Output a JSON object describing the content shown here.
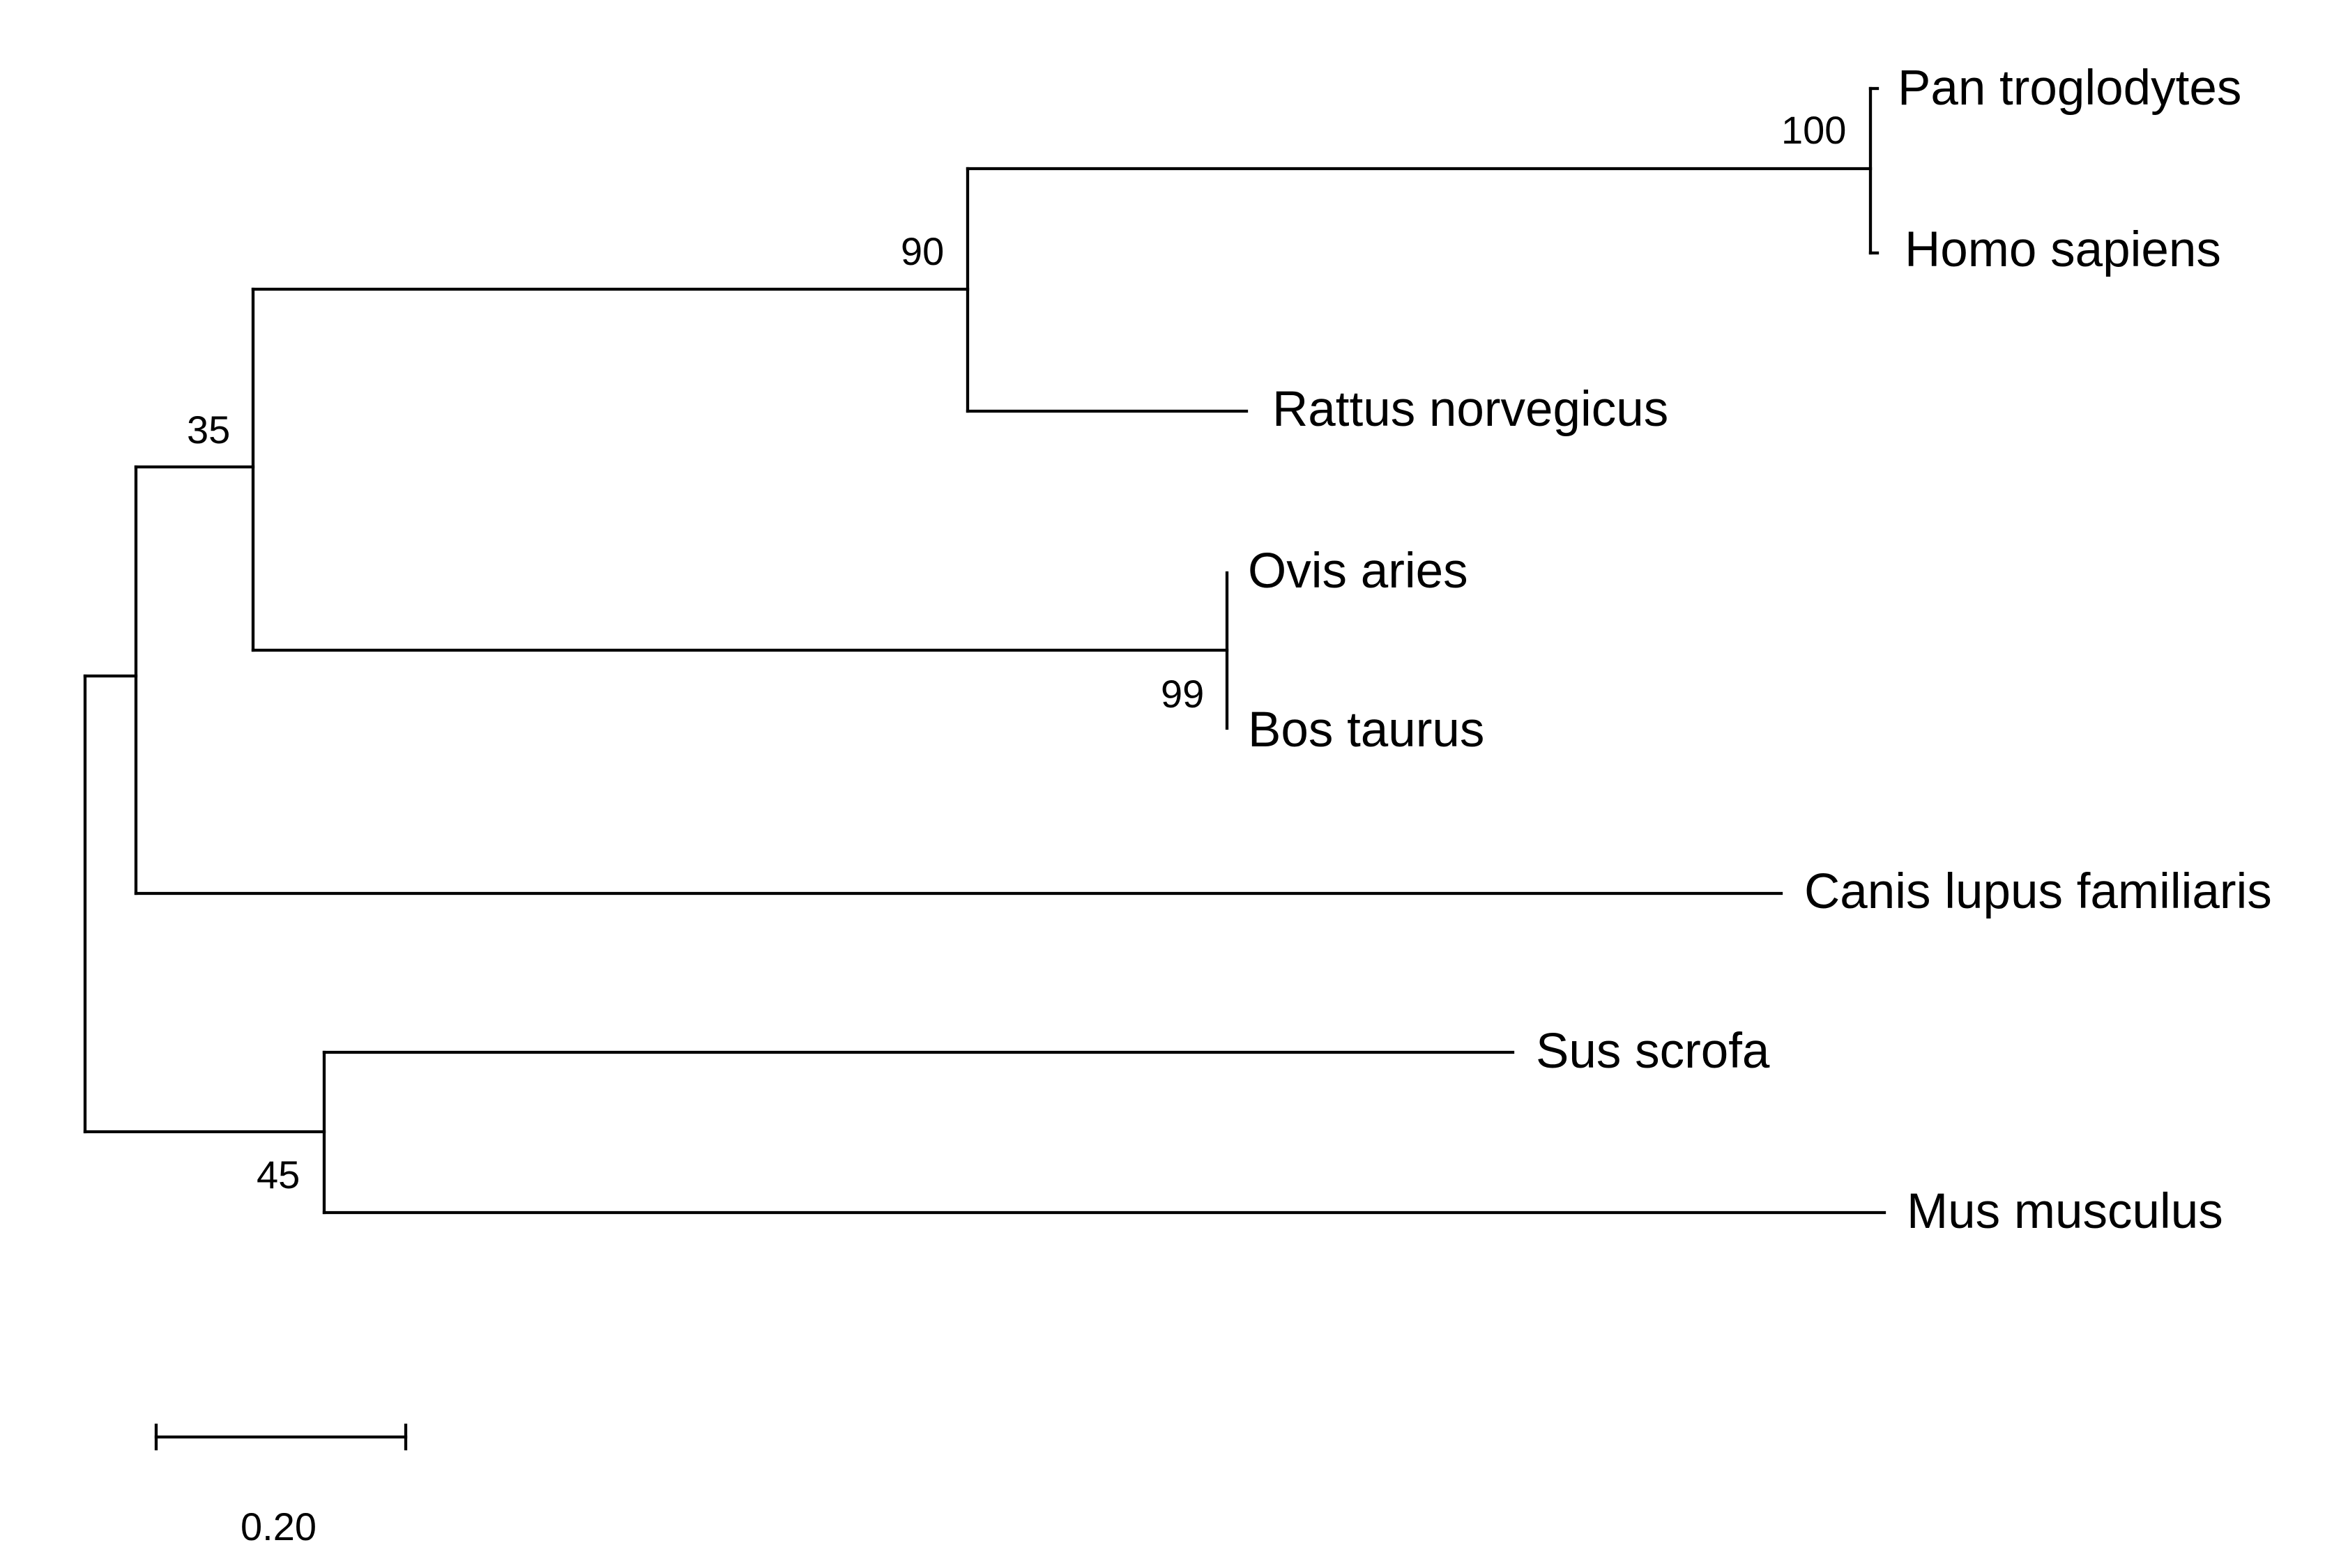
{
  "taxa": [
    {
      "name": "Pan troglodytes"
    },
    {
      "name": "Homo sapiens"
    },
    {
      "name": "Rattus norvegicus"
    },
    {
      "name": "Ovis aries"
    },
    {
      "name": "Bos taurus"
    },
    {
      "name": "Canis lupus familiaris"
    },
    {
      "name": "Sus scrofa"
    },
    {
      "name": "Mus musculus"
    }
  ],
  "support": {
    "pan_homo": "100",
    "primate_rattus": "90",
    "ovis_bos": "99",
    "clade_35": "35",
    "sus_mus": "45"
  },
  "scale_bar": {
    "label": "0.20",
    "value": 0.2
  }
}
